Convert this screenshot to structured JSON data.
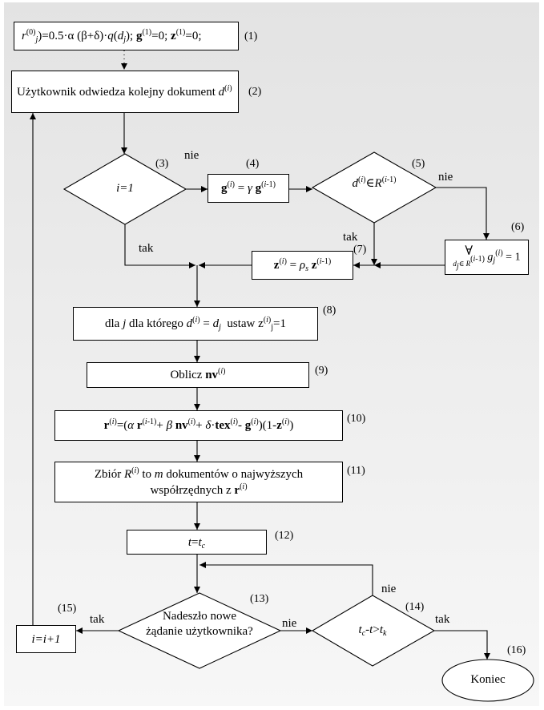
{
  "nodes": {
    "n1_rest": ")=0.5·α (β+δ)·",
    "n2_text": "Użytkownik odwiedza kolejny dokument",
    "n3_text": "i=1",
    "n6_forall": "∀",
    "n8_prefix": "dla",
    "n8_mid": "dla którego",
    "n8_suffix": "ustaw z",
    "n9_text": "Oblicz",
    "n11_line1": "Zbiór",
    "n11_line1b": "to",
    "n11_line1c": "dokumentów o najwyższych",
    "n11_line2": "współrzędnych z",
    "n13_text": "Nadeszło nowe żądanie użytkownika?",
    "n15_text": "i=i+1",
    "n16_text": "Koniec"
  },
  "numbers": {
    "n1": "(1)",
    "n2": "(2)",
    "n3": "(3)",
    "n4": "(4)",
    "n5": "(5)",
    "n6": "(6)",
    "n7": "(7)",
    "n8": "(8)",
    "n9": "(9)",
    "n10": "(10)",
    "n11": "(11)",
    "n12": "(12)",
    "n13": "(13)",
    "n14": "(14)",
    "n15": "(15)",
    "n16": "(16)"
  },
  "edge_labels": {
    "n3_nie": "nie",
    "n3_tak": "tak",
    "n5_nie": "nie",
    "n5_tak": "tak",
    "n13_tak": "tak",
    "n13_nie": "nie",
    "n14_nie": "nie",
    "n14_tak": "tak"
  }
}
